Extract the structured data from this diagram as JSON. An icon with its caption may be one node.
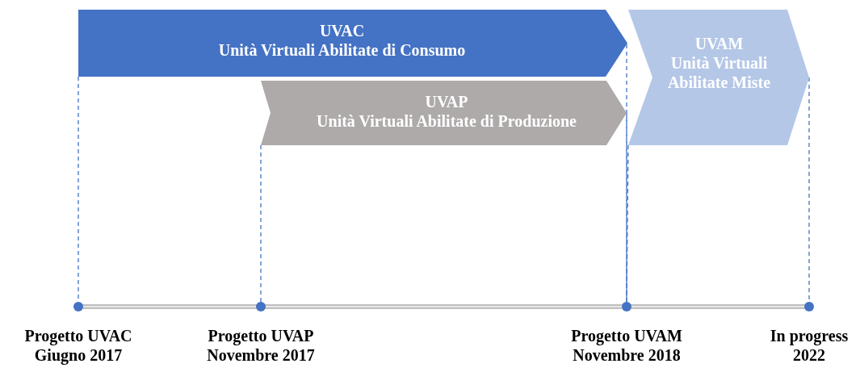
{
  "diagram": {
    "nodes": [
      {
        "text": [
          "UVAC",
          "Unità Virtuali Abilitate di Consumo"
        ]
      },
      {
        "text": [
          "UVAP",
          "Unità Virtuali Abilitate di Produzione"
        ]
      },
      {
        "text": [
          "UVAM",
          "Unità Virtuali Abilitate Miste"
        ]
      },
      {
        "text": [
          "Progetto UVAC",
          "Giugno 2017"
        ]
      },
      {
        "text": [
          "Progetto UVAP",
          "Novembre 2017"
        ]
      },
      {
        "text": [
          "Progetto UVAM",
          "Novembre 2018"
        ]
      },
      {
        "text": [
          "In progress",
          "2022"
        ]
      }
    ],
    "edges": [
      {
        "from": 0,
        "to": 3,
        "arrow": "none",
        "style": "dashed"
      },
      {
        "from": 0,
        "to": 5,
        "arrow": "none",
        "style": "dashed"
      },
      {
        "from": 1,
        "to": 4,
        "arrow": "none",
        "style": "dashed"
      },
      {
        "from": 1,
        "to": 5,
        "arrow": "none",
        "style": "dashed"
      },
      {
        "from": 2,
        "to": 5,
        "arrow": "none",
        "style": "dashed"
      },
      {
        "from": 2,
        "to": 6,
        "arrow": "none",
        "style": "dashed"
      }
    ]
  }
}
